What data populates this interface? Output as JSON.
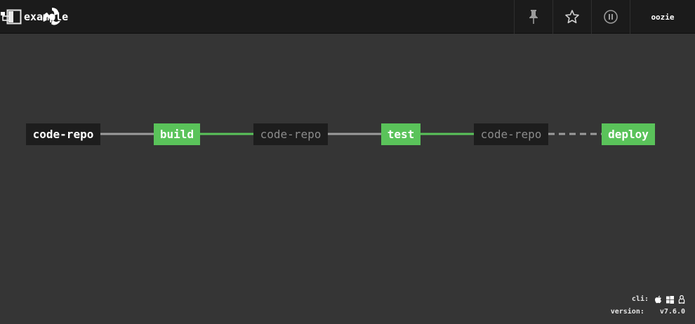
{
  "header": {
    "pipeline_name": "example",
    "user": "oozie",
    "icons": [
      "sidebar-toggle-icon",
      "concourse-logo-icon",
      "pipeline-icon",
      "pin-icon",
      "star-icon",
      "pause-icon"
    ]
  },
  "pipeline": {
    "nodes": [
      {
        "label": "code-repo",
        "kind": "resource"
      },
      {
        "label": "build",
        "kind": "job"
      },
      {
        "label": "code-repo",
        "kind": "resource"
      },
      {
        "label": "test",
        "kind": "job"
      },
      {
        "label": "code-repo",
        "kind": "resource"
      },
      {
        "label": "deploy",
        "kind": "job"
      }
    ]
  },
  "footer": {
    "cli_label": "cli:",
    "version_label": "version:",
    "version_value": "v7.6.0",
    "cli_icons": [
      "apple-icon",
      "windows-icon",
      "linux-icon"
    ]
  },
  "colors": {
    "background": "#353535",
    "topbar": "#1b1b1b",
    "job_green": "#5ac35a",
    "resource_dark": "#1d1d1d"
  }
}
